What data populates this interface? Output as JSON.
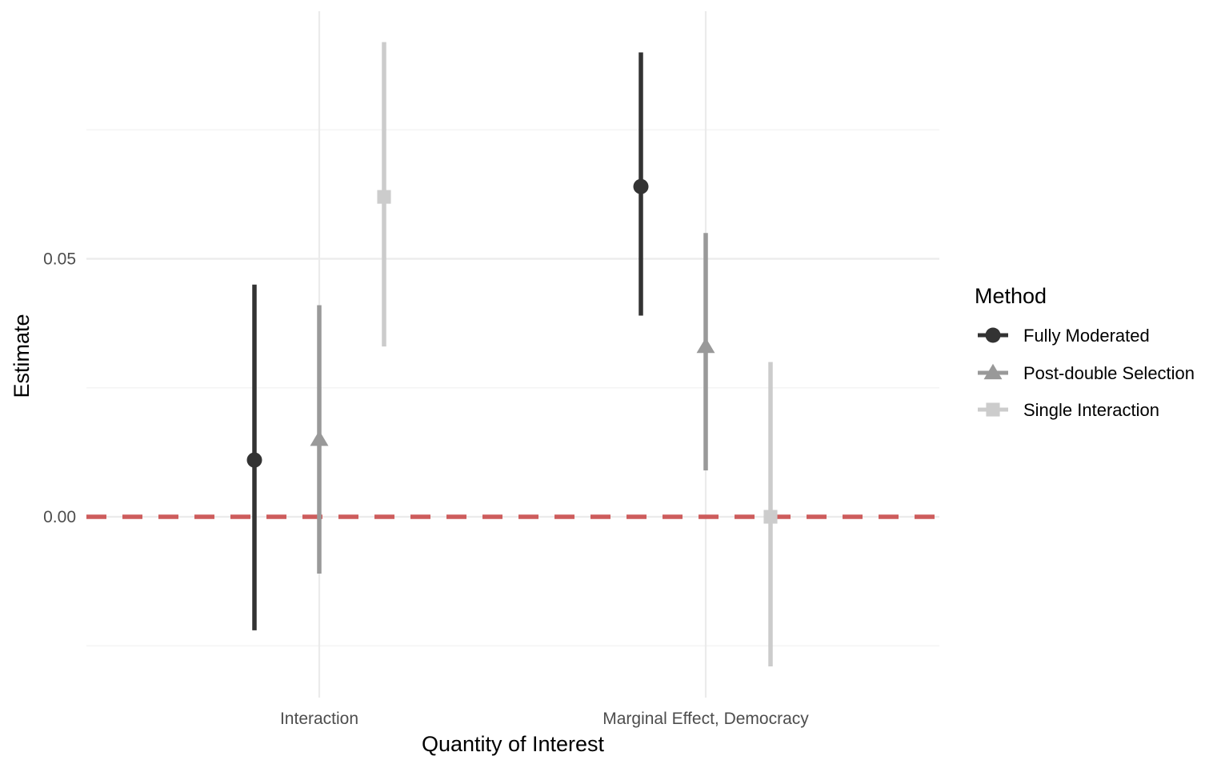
{
  "chart_data": {
    "type": "scatter",
    "subtype": "point-range",
    "title": "",
    "xlabel": "Quantity of Interest",
    "ylabel": "Estimate",
    "categories": [
      "Interaction",
      "Marginal Effect, Democracy"
    ],
    "y_ticks": [
      0.0,
      0.05
    ],
    "y_tick_labels": [
      "0.00",
      "0.05"
    ],
    "ylim": [
      -0.035,
      0.098
    ],
    "reference_line": {
      "y": 0,
      "style": "dashed",
      "color": "#cd5c5c"
    },
    "grid": true,
    "legend": {
      "title": "Method",
      "position": "right"
    },
    "series": [
      {
        "name": "Fully Moderated",
        "color": "#333333",
        "marker": "circle",
        "points": [
          {
            "category": "Interaction",
            "estimate": 0.011,
            "lower": -0.022,
            "upper": 0.045
          },
          {
            "category": "Marginal Effect, Democracy",
            "estimate": 0.064,
            "lower": 0.039,
            "upper": 0.09
          }
        ]
      },
      {
        "name": "Post-double Selection",
        "color": "#999999",
        "marker": "triangle",
        "points": [
          {
            "category": "Interaction",
            "estimate": 0.015,
            "lower": -0.011,
            "upper": 0.041
          },
          {
            "category": "Marginal Effect, Democracy",
            "estimate": 0.033,
            "lower": 0.009,
            "upper": 0.055
          }
        ]
      },
      {
        "name": "Single Interaction",
        "color": "#cccccc",
        "marker": "square",
        "points": [
          {
            "category": "Interaction",
            "estimate": 0.062,
            "lower": 0.033,
            "upper": 0.092
          },
          {
            "category": "Marginal Effect, Democracy",
            "estimate": 0.0,
            "lower": -0.029,
            "upper": 0.03
          }
        ]
      }
    ]
  }
}
